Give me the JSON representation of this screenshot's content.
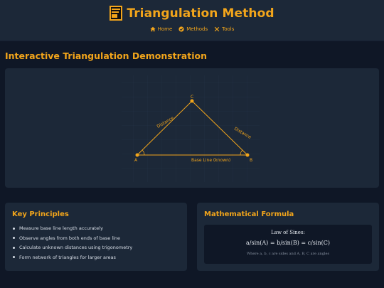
{
  "header": {
    "title": "Triangulation Method",
    "logo_icon": "triangulation-logo-icon",
    "nav": [
      {
        "label": "Home",
        "icon": "home-icon"
      },
      {
        "label": "Methods",
        "icon": "check-circle-icon"
      },
      {
        "label": "Tools",
        "icon": "tools-icon"
      }
    ]
  },
  "demo": {
    "title": "Interactive Triangulation Demonstration",
    "points": {
      "a": "A",
      "b": "B",
      "c": "C"
    },
    "labels": {
      "left_side": "Distance",
      "right_side": "Distance",
      "base": "Base Line (known)"
    }
  },
  "principles": {
    "title": "Key Principles",
    "items": [
      "Measure base line length accurately",
      "Observe angles from both ends of base line",
      "Calculate unknown distances using trigonometry",
      "Form network of triangles for larger areas"
    ]
  },
  "formula": {
    "title": "Mathematical Formula",
    "label": "Law of Sines:",
    "equation": "a/sin(A) = b/sin(B) = c/sin(C)",
    "note": "Where a, b, c are sides and A, B, C are angles"
  },
  "colors": {
    "accent": "#f2a51b",
    "background": "#0f1726",
    "panel": "#1c2838"
  }
}
